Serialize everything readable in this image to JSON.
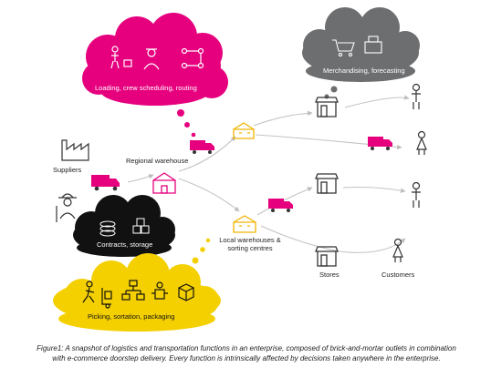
{
  "clouds": {
    "pink": "Loading, crew scheduling, routing",
    "gray": "Merchandising, forecasting",
    "black": "Contracts, storage",
    "yellow": "Picking, sortation, packaging"
  },
  "labels": {
    "suppliers": "Suppliers",
    "regional_warehouse": "Regional warehouse",
    "local_warehouses_line1": "Local warehouses &",
    "local_warehouses_line2": "sorting centres",
    "stores": "Stores",
    "customers": "Customers"
  },
  "caption": "Figure1: A snapshot of logistics and transportation functions in an enterprise, composed of brick-and-mortar outlets in combination with e-commerce doorstep delivery. Every function is intrinsically affected by decisions taken anywhere in the enterprise.",
  "colors": {
    "pink": "#e6007e",
    "yellow": "#f4d000",
    "gray": "#6d6e70",
    "black": "#111111",
    "gold": "#f0b400",
    "arrow": "#bdbdbd"
  }
}
